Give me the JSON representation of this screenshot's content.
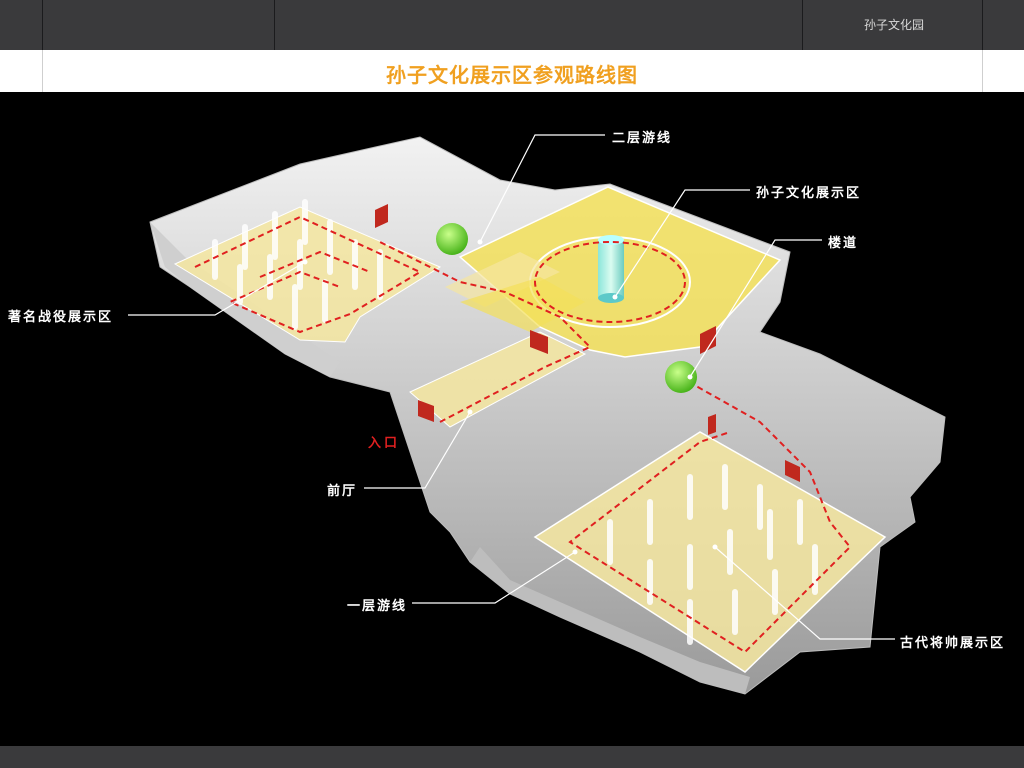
{
  "header": {
    "brand": "孙子文化园"
  },
  "title": "孙子文化展示区参观路线图",
  "labels": {
    "second_floor_route": "二层游线",
    "sunzi_zone": "孙子文化展示区",
    "stairs": "楼道",
    "battles_zone": "著名战役展示区",
    "entrance": "入口",
    "front_hall": "前厅",
    "first_floor_route": "一层游线",
    "generals_zone": "古代将帅展示区"
  },
  "colors": {
    "title": "#f0a020",
    "route": "#e02020",
    "zone_fill": "#f5e6a0",
    "wall": "#e6e6e6",
    "background": "#000000"
  }
}
